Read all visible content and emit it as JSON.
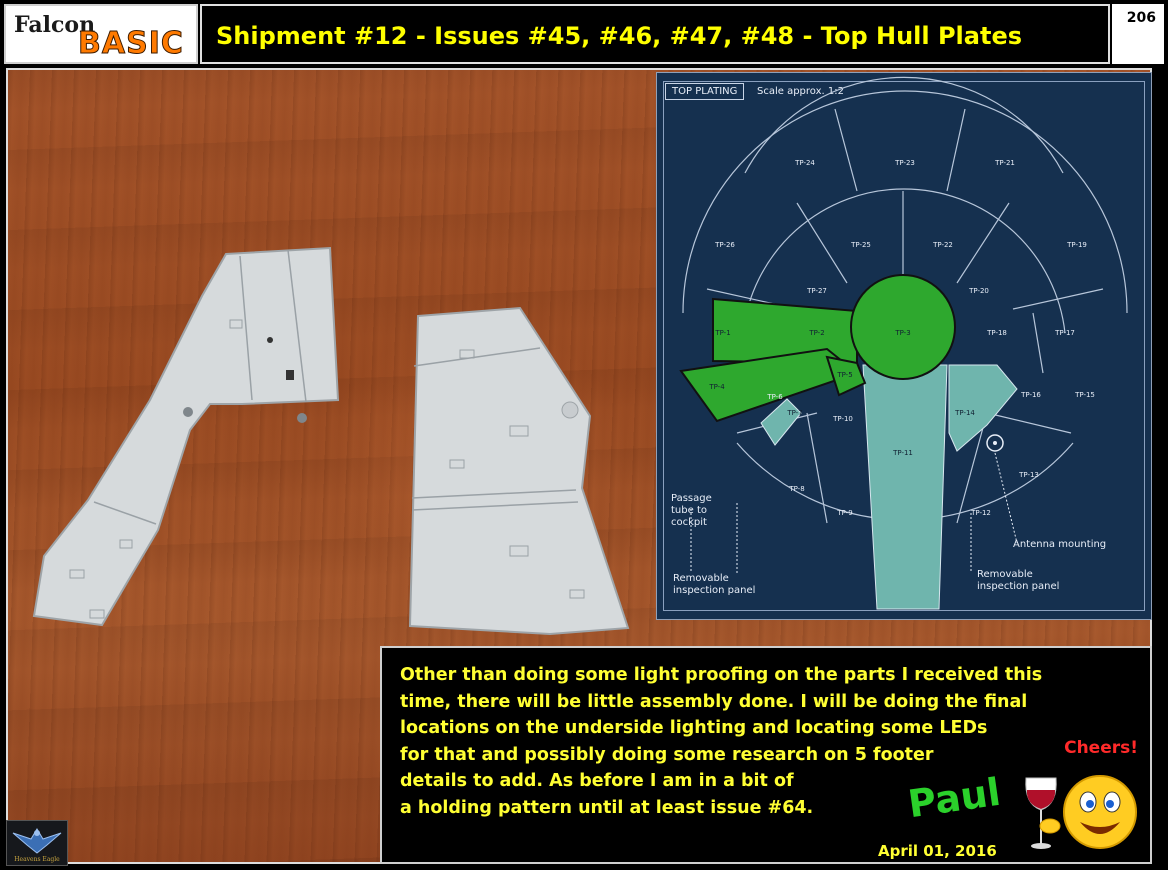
{
  "header": {
    "logo_top": "Falcon",
    "logo_bottom": "BASIC",
    "title": "Shipment #12 - Issues #45, #46, #47, #48 - Top Hull Plates",
    "page_number": "206"
  },
  "diagram": {
    "tag": "TOP PLATING",
    "scale": "Scale approx. 1:2",
    "labels": {
      "tp24": "TP-24",
      "tp23": "TP-23",
      "tp21": "TP-21",
      "tp26": "TP-26",
      "tp25": "TP-25",
      "tp22": "TP-22",
      "tp19": "TP-19",
      "tp27": "TP-27",
      "tp20": "TP-20",
      "tp1": "TP-1",
      "tp2": "TP-2",
      "tp3": "TP-3",
      "tp18": "TP-18",
      "tp17": "TP-17",
      "tp4": "TP-4",
      "tp5": "TP-5",
      "tp6": "TP-6",
      "tp7": "TP-7",
      "tp10": "TP-10",
      "tp14": "TP-14",
      "tp16": "TP-16",
      "tp15": "TP-15",
      "tp11": "TP-11",
      "tp13": "TP-13",
      "tp8": "TP-8",
      "tp9": "TP-9",
      "tp12": "TP-12"
    },
    "note_passage": "Passage\ntube to\ncockpit",
    "note_antenna": "Antenna mounting",
    "note_removable_left": "Removable\ninspection panel",
    "note_removable_right": "Removable\ninspection panel"
  },
  "text_box": {
    "lines": [
      "  Other than doing some light proofing on the parts I received this",
      "time, there will be little assembly done.  I will be doing the final",
      "locations on the underside lighting and locating some LEDs",
      "for that and possibly doing some research on 5 footer",
      "details to add.  As before I am in a bit of",
      "a holding pattern until at least issue #64."
    ],
    "cheers": "Cheers!",
    "signature": "Paul",
    "date": "April 01, 2016"
  },
  "emblem": {
    "text": "Heavens Eagle"
  },
  "colors": {
    "title_yellow": "#ffff00",
    "logo_orange": "#ff7a00",
    "highlight_green": "#2ea82e",
    "highlight_teal": "#6fb5ad",
    "cheers_red": "#ff2a2a",
    "signature_green": "#2bd12b"
  }
}
